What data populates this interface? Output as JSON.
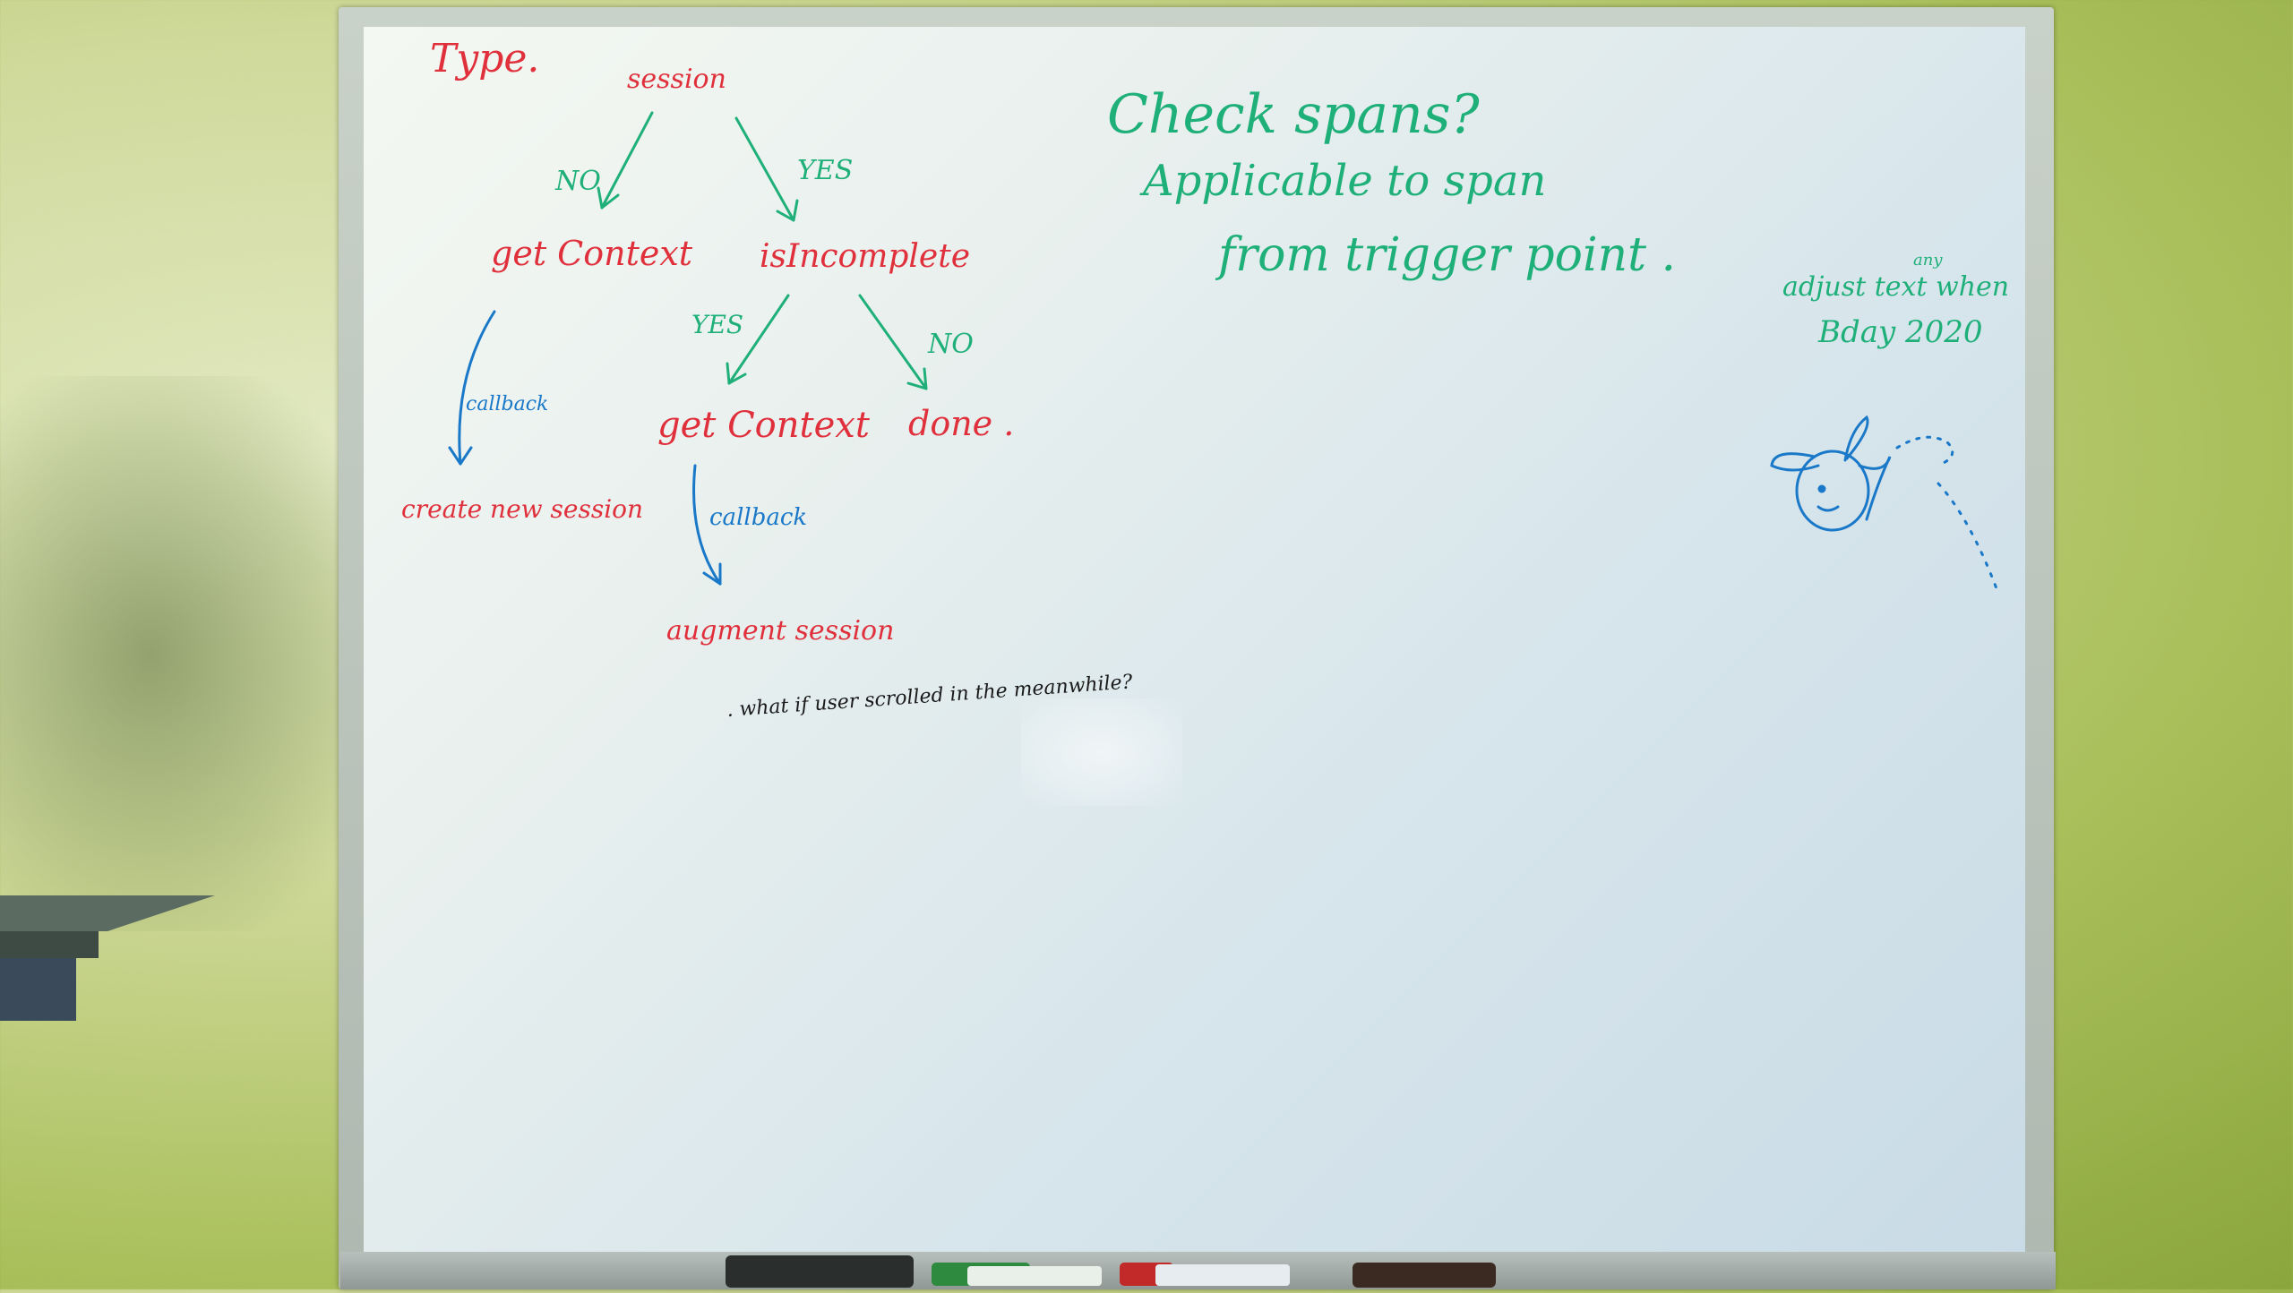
{
  "whiteboard": {
    "corner_note": "Type.",
    "root": "session",
    "branch_no_1": "NO",
    "branch_yes_1": "YES",
    "node_get_context_1": "get Context",
    "node_is_incomplete": "isIncomplete",
    "branch_yes_2": "YES",
    "branch_no_2": "NO",
    "callback_1": "callback",
    "result_create": "create new session",
    "node_get_context_2": "get Context",
    "node_done": "done .",
    "callback_2": "callback",
    "result_augment": "augment session",
    "question": ". what if user scrolled in the meanwhile?",
    "note_line_1": "Check spans?",
    "note_line_2": "Applicable to span",
    "note_line_3": "from trigger point .",
    "corner_right_line_1": "adjust text when",
    "corner_right_line_2": "Bday 2020",
    "corner_right_small": "any"
  },
  "colors": {
    "red_marker": "#e0303c",
    "green_marker": "#1fb07a",
    "blue_marker": "#1a78c8",
    "black_marker": "#1a1a1a"
  },
  "icons": {
    "bee": "bee-doodle-icon"
  }
}
